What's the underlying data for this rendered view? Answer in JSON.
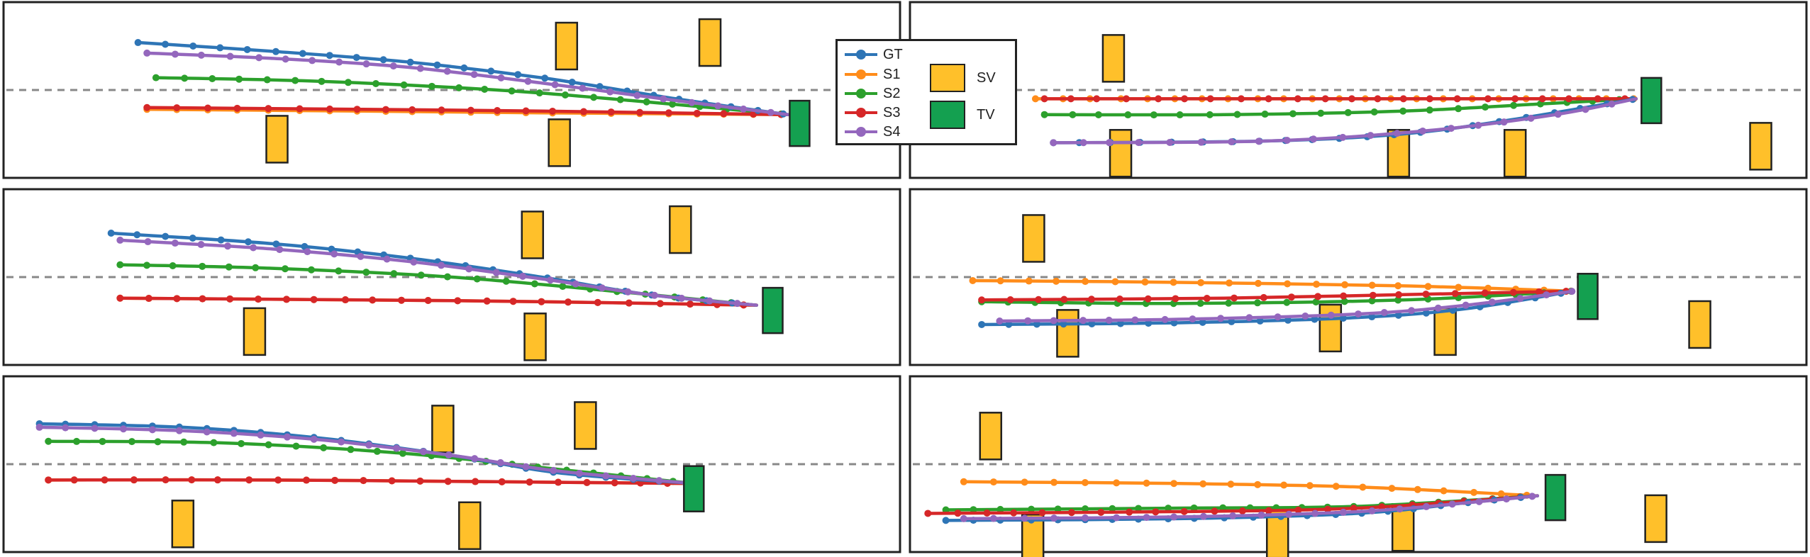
{
  "chart_data": [
    {
      "type": "line",
      "panel": "top-left",
      "x_range": [
        0,
        1
      ],
      "y_range": [
        0,
        1
      ],
      "grid": false,
      "reference_line_y": 0.5,
      "series": [
        {
          "name": "GT",
          "color": "#2e75b6",
          "points": [
            [
              0.15,
              0.77
            ],
            [
              0.3,
              0.72
            ],
            [
              0.45,
              0.66
            ],
            [
              0.6,
              0.57
            ],
            [
              0.75,
              0.45
            ],
            [
              0.875,
              0.36
            ]
          ]
        },
        {
          "name": "S1",
          "color": "#ff8c1a",
          "points": [
            [
              0.16,
              0.39
            ],
            [
              0.4,
              0.38
            ],
            [
              0.6,
              0.37
            ],
            [
              0.875,
              0.36
            ]
          ]
        },
        {
          "name": "S2",
          "color": "#2ca02c",
          "points": [
            [
              0.17,
              0.57
            ],
            [
              0.35,
              0.55
            ],
            [
              0.55,
              0.5
            ],
            [
              0.7,
              0.44
            ],
            [
              0.875,
              0.36
            ]
          ]
        },
        {
          "name": "S3",
          "color": "#d62728",
          "points": [
            [
              0.16,
              0.4
            ],
            [
              0.4,
              0.39
            ],
            [
              0.6,
              0.38
            ],
            [
              0.875,
              0.36
            ]
          ]
        },
        {
          "name": "S4",
          "color": "#9467bd",
          "points": [
            [
              0.16,
              0.71
            ],
            [
              0.3,
              0.68
            ],
            [
              0.45,
              0.63
            ],
            [
              0.6,
              0.54
            ],
            [
              0.75,
              0.44
            ],
            [
              0.875,
              0.36
            ]
          ]
        }
      ],
      "sv": [
        [
          0.305,
          0.22
        ],
        [
          0.62,
          0.2
        ],
        [
          0.628,
          0.75
        ],
        [
          0.788,
          0.77
        ]
      ],
      "tv": [
        0.888,
        0.31
      ]
    },
    {
      "type": "line",
      "panel": "top-right",
      "x_range": [
        0,
        1
      ],
      "y_range": [
        0,
        1
      ],
      "grid": false,
      "reference_line_y": 0.5,
      "series": [
        {
          "name": "GT",
          "color": "#2e75b6",
          "points": [
            [
              0.16,
              0.2
            ],
            [
              0.4,
              0.21
            ],
            [
              0.55,
              0.25
            ],
            [
              0.67,
              0.33
            ],
            [
              0.81,
              0.45
            ]
          ]
        },
        {
          "name": "S1",
          "color": "#ff8c1a",
          "points": [
            [
              0.14,
              0.45
            ],
            [
              0.4,
              0.45
            ],
            [
              0.6,
              0.45
            ],
            [
              0.81,
              0.45
            ]
          ]
        },
        {
          "name": "S2",
          "color": "#2ca02c",
          "points": [
            [
              0.15,
              0.36
            ],
            [
              0.35,
              0.36
            ],
            [
              0.55,
              0.38
            ],
            [
              0.7,
              0.42
            ],
            [
              0.81,
              0.45
            ]
          ]
        },
        {
          "name": "S3",
          "color": "#d62728",
          "points": [
            [
              0.15,
              0.45
            ],
            [
              0.4,
              0.45
            ],
            [
              0.6,
              0.45
            ],
            [
              0.81,
              0.45
            ]
          ]
        },
        {
          "name": "S4",
          "color": "#9467bd",
          "points": [
            [
              0.16,
              0.2
            ],
            [
              0.4,
              0.21
            ],
            [
              0.58,
              0.27
            ],
            [
              0.72,
              0.36
            ],
            [
              0.81,
              0.45
            ]
          ]
        }
      ],
      "sv": [
        [
          0.227,
          0.68
        ],
        [
          0.235,
          0.14
        ],
        [
          0.545,
          0.14
        ],
        [
          0.675,
          0.14
        ],
        [
          0.949,
          0.18
        ]
      ],
      "tv": [
        0.827,
        0.44
      ]
    },
    {
      "type": "line",
      "panel": "middle-left",
      "x_range": [
        0,
        1
      ],
      "y_range": [
        0,
        1
      ],
      "grid": false,
      "reference_line_y": 0.5,
      "series": [
        {
          "name": "GT",
          "color": "#2e75b6",
          "points": [
            [
              0.12,
              0.75
            ],
            [
              0.3,
              0.69
            ],
            [
              0.45,
              0.61
            ],
            [
              0.6,
              0.5
            ],
            [
              0.72,
              0.4
            ],
            [
              0.84,
              0.34
            ]
          ]
        },
        {
          "name": "S1",
          "color": "#ff8c1a",
          "points": [
            [
              0.13,
              0.38
            ],
            [
              0.4,
              0.37
            ],
            [
              0.6,
              0.36
            ],
            [
              0.84,
              0.34
            ]
          ]
        },
        {
          "name": "S2",
          "color": "#2ca02c",
          "points": [
            [
              0.13,
              0.57
            ],
            [
              0.3,
              0.55
            ],
            [
              0.5,
              0.5
            ],
            [
              0.68,
              0.42
            ],
            [
              0.84,
              0.34
            ]
          ]
        },
        {
          "name": "S3",
          "color": "#d62728",
          "points": [
            [
              0.13,
              0.38
            ],
            [
              0.4,
              0.37
            ],
            [
              0.6,
              0.36
            ],
            [
              0.84,
              0.34
            ]
          ]
        },
        {
          "name": "S4",
          "color": "#9467bd",
          "points": [
            [
              0.13,
              0.71
            ],
            [
              0.3,
              0.66
            ],
            [
              0.45,
              0.59
            ],
            [
              0.6,
              0.49
            ],
            [
              0.72,
              0.4
            ],
            [
              0.84,
              0.34
            ]
          ]
        }
      ],
      "sv": [
        [
          0.28,
          0.19
        ],
        [
          0.593,
          0.16
        ],
        [
          0.59,
          0.74
        ],
        [
          0.755,
          0.77
        ]
      ],
      "tv": [
        0.858,
        0.31
      ]
    },
    {
      "type": "line",
      "panel": "middle-right",
      "x_range": [
        0,
        1
      ],
      "y_range": [
        0,
        1
      ],
      "grid": false,
      "reference_line_y": 0.5,
      "series": [
        {
          "name": "GT",
          "color": "#2e75b6",
          "points": [
            [
              0.08,
              0.23
            ],
            [
              0.3,
              0.24
            ],
            [
              0.5,
              0.27
            ],
            [
              0.62,
              0.32
            ],
            [
              0.74,
              0.42
            ]
          ]
        },
        {
          "name": "S1",
          "color": "#ff8c1a",
          "points": [
            [
              0.07,
              0.48
            ],
            [
              0.3,
              0.47
            ],
            [
              0.55,
              0.45
            ],
            [
              0.74,
              0.42
            ]
          ]
        },
        {
          "name": "S2",
          "color": "#2ca02c",
          "points": [
            [
              0.08,
              0.36
            ],
            [
              0.3,
              0.35
            ],
            [
              0.55,
              0.37
            ],
            [
              0.74,
              0.42
            ]
          ]
        },
        {
          "name": "S3",
          "color": "#d62728",
          "points": [
            [
              0.08,
              0.37
            ],
            [
              0.35,
              0.38
            ],
            [
              0.55,
              0.4
            ],
            [
              0.74,
              0.42
            ]
          ]
        },
        {
          "name": "S4",
          "color": "#9467bd",
          "points": [
            [
              0.1,
              0.25
            ],
            [
              0.3,
              0.26
            ],
            [
              0.5,
              0.29
            ],
            [
              0.62,
              0.34
            ],
            [
              0.74,
              0.42
            ]
          ]
        }
      ],
      "sv": [
        [
          0.138,
          0.72
        ],
        [
          0.176,
          0.18
        ],
        [
          0.469,
          0.21
        ],
        [
          0.597,
          0.19
        ],
        [
          0.881,
          0.23
        ]
      ],
      "tv": [
        0.756,
        0.39
      ]
    },
    {
      "type": "line",
      "panel": "bottom-left",
      "x_range": [
        0,
        1
      ],
      "y_range": [
        0,
        1
      ],
      "grid": false,
      "reference_line_y": 0.5,
      "series": [
        {
          "name": "GT",
          "color": "#2e75b6",
          "points": [
            [
              0.04,
              0.73
            ],
            [
              0.2,
              0.71
            ],
            [
              0.35,
              0.65
            ],
            [
              0.5,
              0.55
            ],
            [
              0.62,
              0.45
            ],
            [
              0.77,
              0.39
            ]
          ]
        },
        {
          "name": "S1",
          "color": "#ff8c1a",
          "points": [
            [
              0.05,
              0.41
            ],
            [
              0.3,
              0.41
            ],
            [
              0.55,
              0.4
            ],
            [
              0.77,
              0.39
            ]
          ]
        },
        {
          "name": "S2",
          "color": "#2ca02c",
          "points": [
            [
              0.05,
              0.63
            ],
            [
              0.25,
              0.62
            ],
            [
              0.45,
              0.56
            ],
            [
              0.62,
              0.47
            ],
            [
              0.77,
              0.39
            ]
          ]
        },
        {
          "name": "S3",
          "color": "#d62728",
          "points": [
            [
              0.05,
              0.41
            ],
            [
              0.3,
              0.41
            ],
            [
              0.55,
              0.4
            ],
            [
              0.77,
              0.39
            ]
          ]
        },
        {
          "name": "S4",
          "color": "#9467bd",
          "points": [
            [
              0.04,
              0.71
            ],
            [
              0.2,
              0.69
            ],
            [
              0.35,
              0.64
            ],
            [
              0.5,
              0.55
            ],
            [
              0.62,
              0.46
            ],
            [
              0.77,
              0.39
            ]
          ]
        }
      ],
      "sv": [
        [
          0.2,
          0.16
        ],
        [
          0.52,
          0.15
        ],
        [
          0.49,
          0.7
        ],
        [
          0.649,
          0.72
        ]
      ],
      "tv": [
        0.77,
        0.36
      ]
    },
    {
      "type": "line",
      "panel": "bottom-right",
      "x_range": [
        0,
        1
      ],
      "y_range": [
        0,
        1
      ],
      "grid": false,
      "reference_line_y": 0.5,
      "series": [
        {
          "name": "GT",
          "color": "#2e75b6",
          "points": [
            [
              0.04,
              0.18
            ],
            [
              0.3,
              0.19
            ],
            [
              0.5,
              0.22
            ],
            [
              0.62,
              0.28
            ],
            [
              0.7,
              0.32
            ]
          ]
        },
        {
          "name": "S1",
          "color": "#ff8c1a",
          "points": [
            [
              0.06,
              0.4
            ],
            [
              0.3,
              0.39
            ],
            [
              0.5,
              0.37
            ],
            [
              0.7,
              0.32
            ]
          ]
        },
        {
          "name": "S2",
          "color": "#2ca02c",
          "points": [
            [
              0.04,
              0.24
            ],
            [
              0.3,
              0.25
            ],
            [
              0.5,
              0.26
            ],
            [
              0.7,
              0.32
            ]
          ]
        },
        {
          "name": "S3",
          "color": "#d62728",
          "points": [
            [
              0.02,
              0.22
            ],
            [
              0.3,
              0.23
            ],
            [
              0.5,
              0.25
            ],
            [
              0.7,
              0.32
            ]
          ]
        },
        {
          "name": "S4",
          "color": "#9467bd",
          "points": [
            [
              0.06,
              0.19
            ],
            [
              0.3,
              0.2
            ],
            [
              0.5,
              0.23
            ],
            [
              0.62,
              0.28
            ],
            [
              0.7,
              0.32
            ]
          ]
        }
      ],
      "sv": [
        [
          0.09,
          0.66
        ],
        [
          0.137,
          0.08
        ],
        [
          0.41,
          0.1
        ],
        [
          0.55,
          0.14
        ],
        [
          0.832,
          0.19
        ]
      ],
      "tv": [
        0.72,
        0.31
      ]
    }
  ],
  "legend": {
    "series": [
      {
        "label": "GT",
        "color": "#2e75b6"
      },
      {
        "label": "S1",
        "color": "#ff8c1a"
      },
      {
        "label": "S2",
        "color": "#2ca02c"
      },
      {
        "label": "S3",
        "color": "#d62728"
      },
      {
        "label": "S4",
        "color": "#9467bd"
      }
    ],
    "vehicles": [
      {
        "label": "SV",
        "color": "#ffc02a"
      },
      {
        "label": "TV",
        "color": "#14a050"
      }
    ]
  },
  "colors": {
    "sv_fill": "#ffc02a",
    "tv_fill": "#14a050",
    "border": "#222222",
    "reference_line": "#888888"
  }
}
